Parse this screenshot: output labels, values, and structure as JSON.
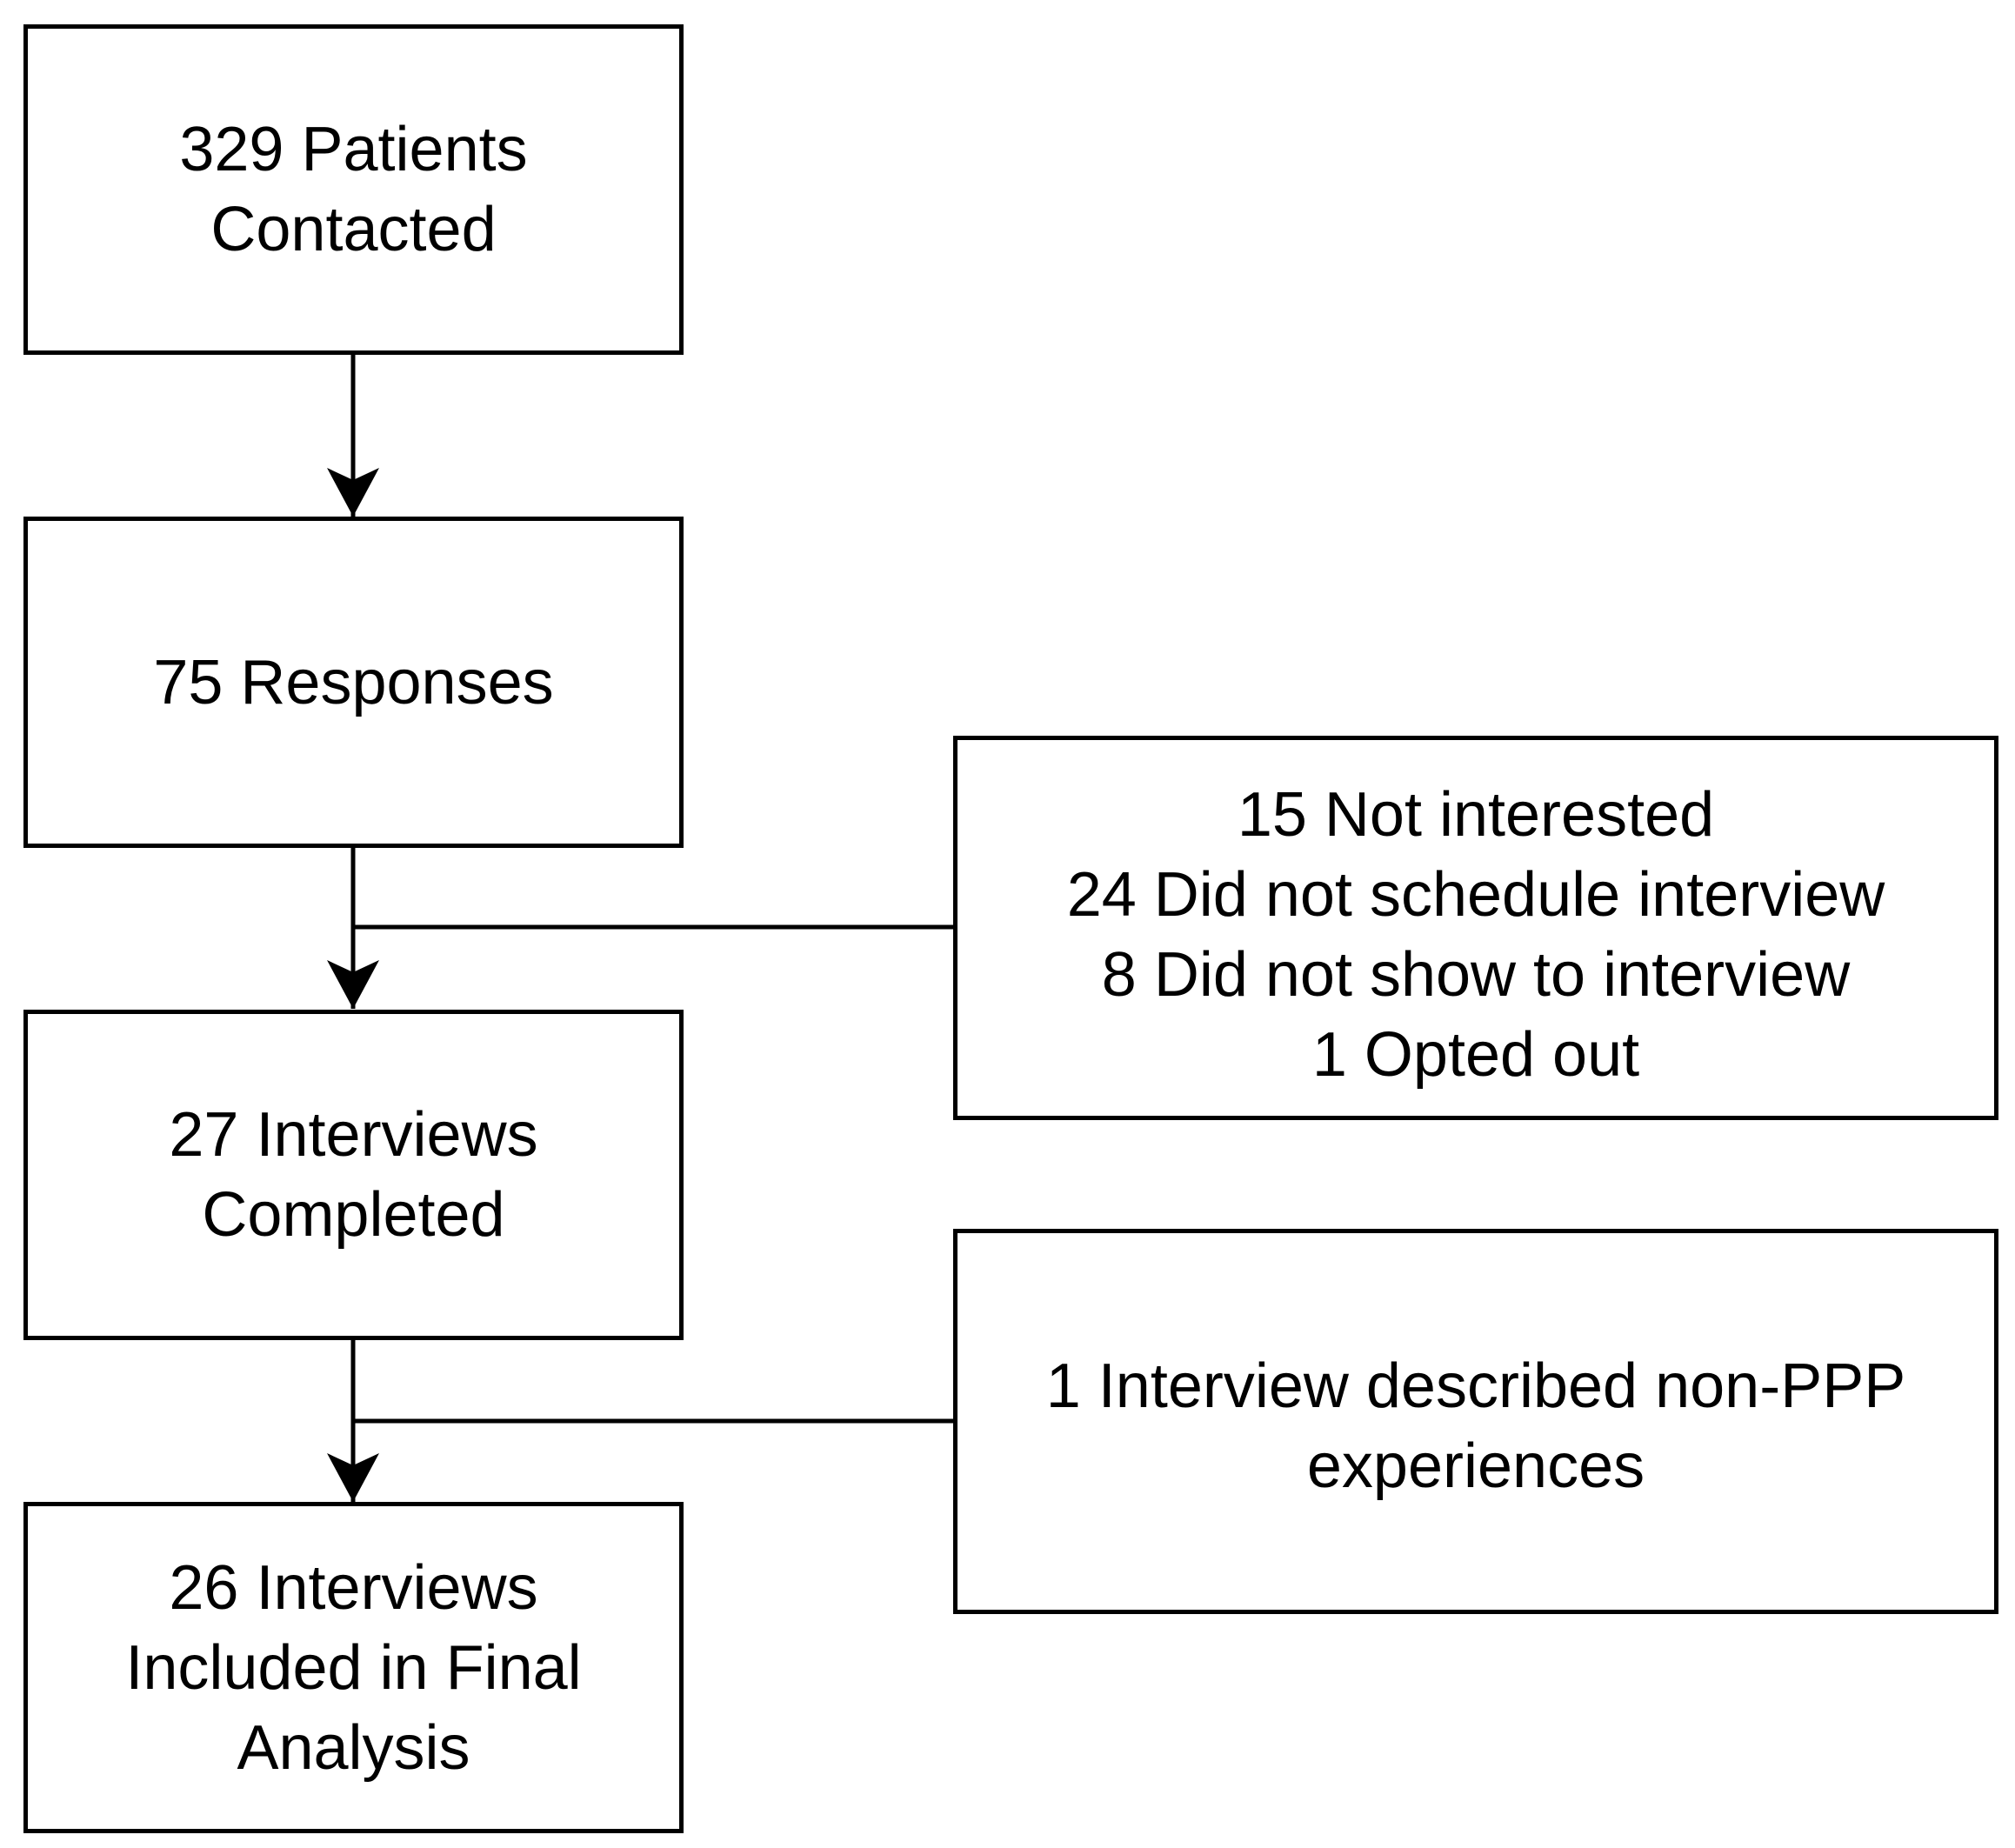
{
  "flowchart": {
    "main_boxes": [
      {
        "id": "contacted",
        "lines": [
          "329 Patients",
          "Contacted"
        ]
      },
      {
        "id": "responses",
        "lines": [
          "75 Responses"
        ]
      },
      {
        "id": "interviews-completed",
        "lines": [
          "27 Interviews",
          "Completed"
        ]
      },
      {
        "id": "final-analysis",
        "lines": [
          "26 Interviews",
          "Included in Final",
          "Analysis"
        ]
      }
    ],
    "exclusion_boxes": [
      {
        "id": "exclusions-after-responses",
        "lines": [
          "15 Not interested",
          "24 Did not schedule interview",
          "8 Did not show to interview",
          "1 Opted out"
        ]
      },
      {
        "id": "exclusions-after-interviews",
        "lines": [
          "1 Interview described non-PPP",
          "experiences"
        ]
      }
    ],
    "colors": {
      "stroke": "#000000",
      "background": "#ffffff"
    }
  }
}
